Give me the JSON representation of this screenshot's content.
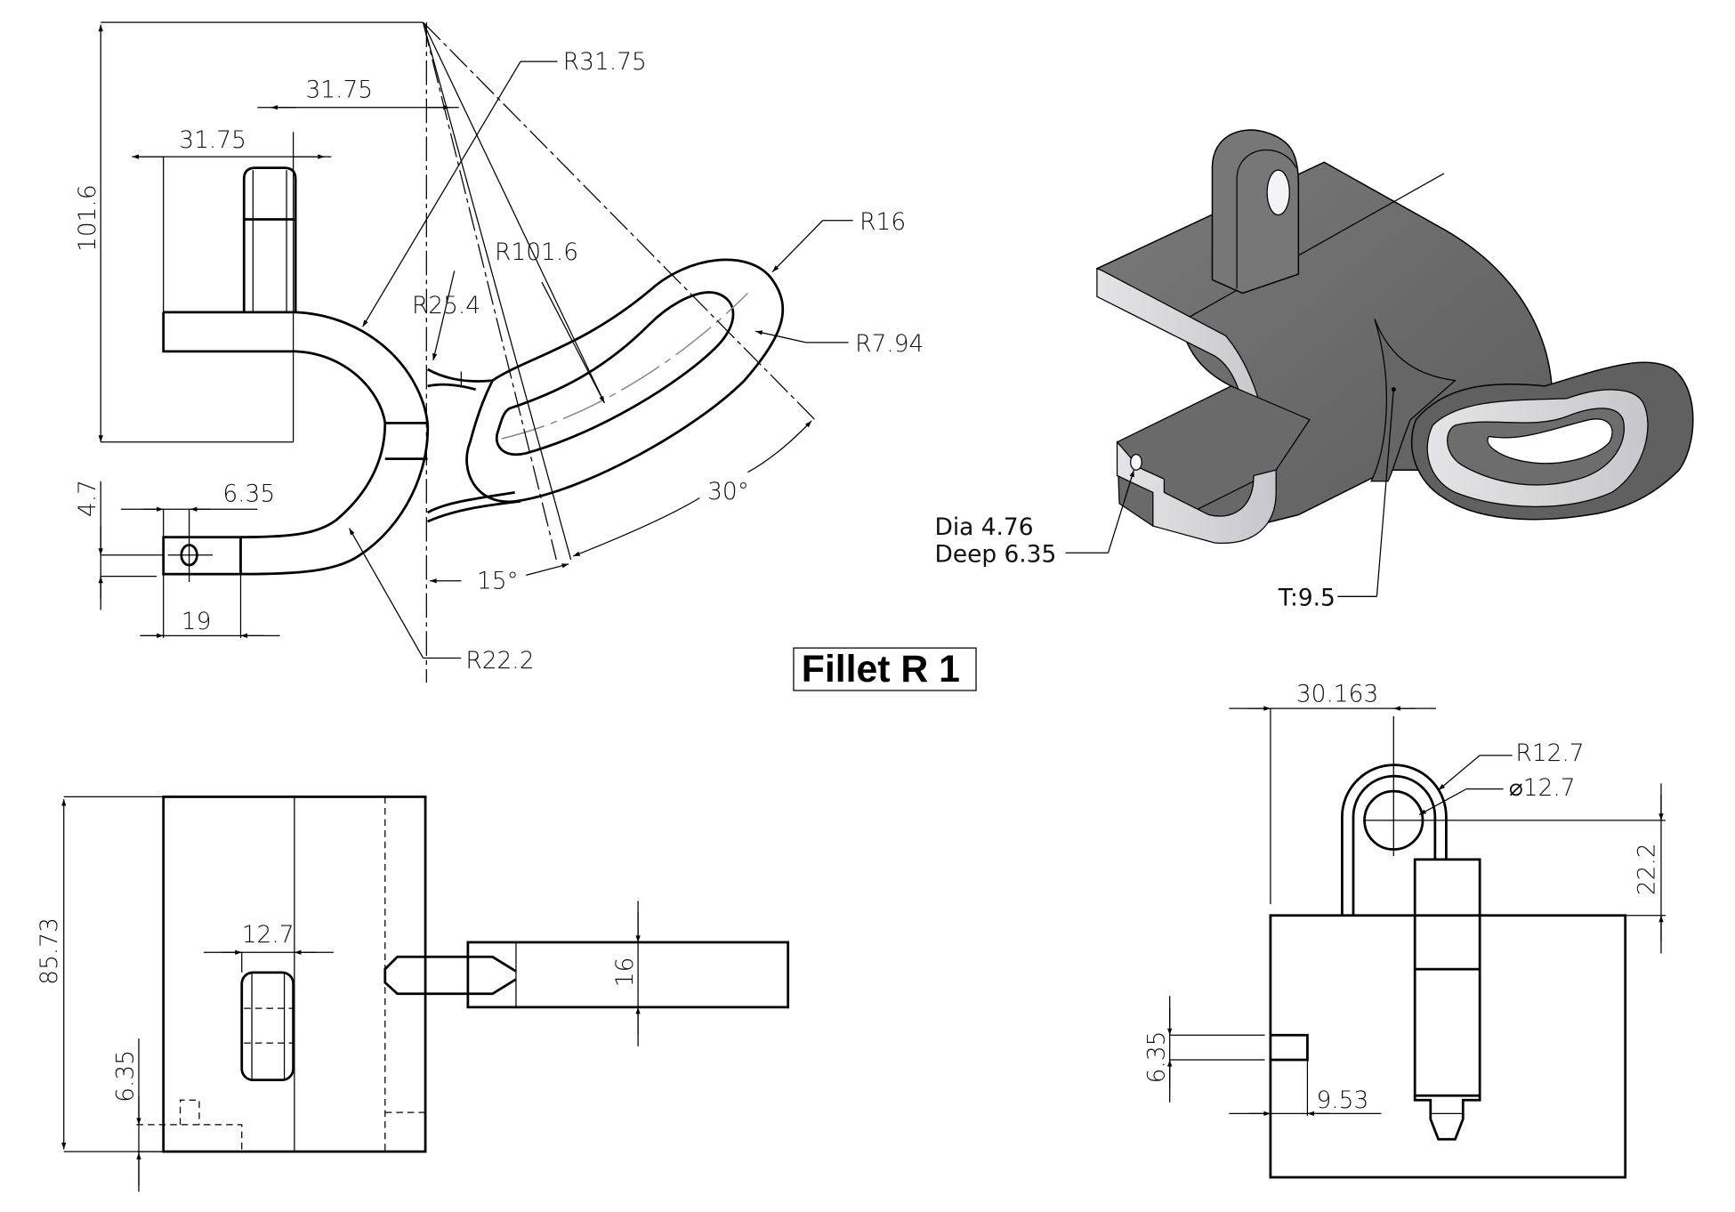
{
  "drawing": {
    "title_note": "Fillet R 1",
    "top_view": {
      "dims": {
        "overall_height": "101.6",
        "offset_top": "31.75",
        "lug_offset": "31.75",
        "boss_radius": "R31.75",
        "slot_center_radius": "R101.6",
        "web_radius": "R25.4",
        "slot_outer_radius": "R16",
        "slot_inner_radius": "R7.94",
        "slot_angle": "30°",
        "start_angle": "15°",
        "hole_offset": "6.35",
        "tab_height": "4.7",
        "tab_length": "19",
        "inner_radius": "R22.2"
      }
    },
    "iso_view": {
      "hole_note_line1": "Dia 4.76",
      "hole_note_line2": "Deep 6.35",
      "thickness_note": "T:9.5"
    },
    "front_view": {
      "dims": {
        "height": "85.73",
        "slot_width": "12.7",
        "hole_offset": "6.35",
        "arm_width": "16"
      }
    },
    "side_view": {
      "dims": {
        "lug_offset": "30.163",
        "lug_radius": "R12.7",
        "hole_diameter": "⌀12.7",
        "lug_height": "22.2",
        "hole_offset": "6.35",
        "hole_depth": "9.53"
      }
    }
  }
}
